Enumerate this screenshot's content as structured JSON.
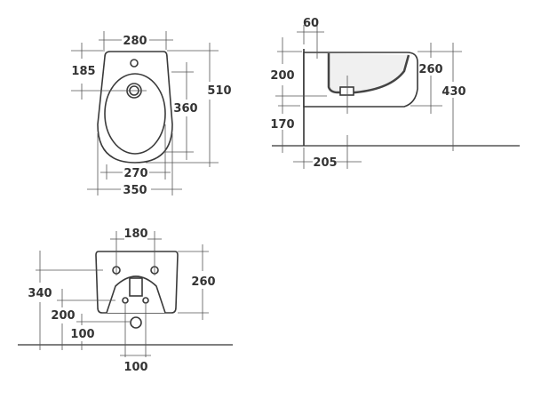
{
  "top_view": {
    "dims": {
      "seat_width": "280",
      "hole_offset": "185",
      "total_depth": "510",
      "bowl_depth": "360",
      "bowl_width": "270",
      "total_width": "350"
    }
  },
  "side_view": {
    "dims": {
      "rim": "60",
      "upper_height": "200",
      "lower_height": "170",
      "bowl_height": "260",
      "total_height": "430",
      "drain_offset": "205"
    }
  },
  "rear_view": {
    "dims": {
      "fixing_spacing": "180",
      "fixing_height": "340",
      "supply_height": "200",
      "drain_height": "100",
      "body_height": "260",
      "supply_spacing": "100"
    }
  }
}
